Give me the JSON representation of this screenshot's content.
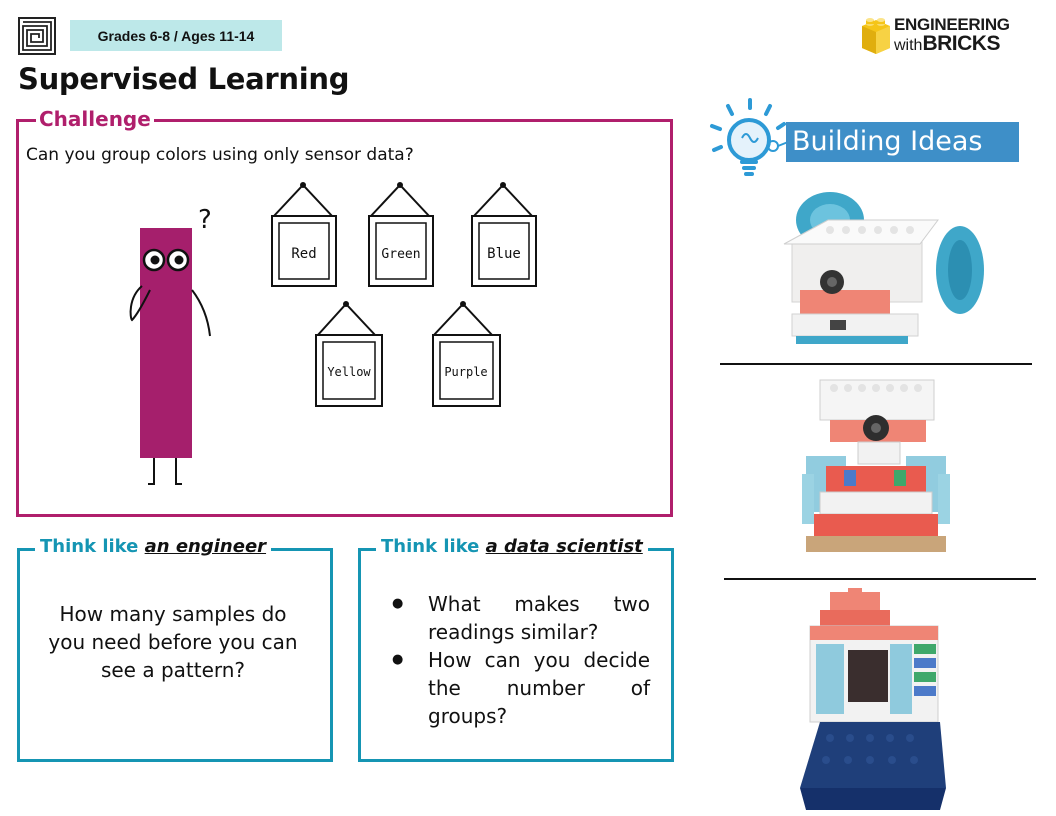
{
  "header": {
    "grade_badge": "Grades 6-8 / Ages 11-14",
    "brand_line1": "ENGINEERING",
    "brand_with": "with",
    "brand_bricks": "BRICKS"
  },
  "page_title": "Supervised Learning",
  "challenge": {
    "label": "Challenge",
    "question": "Can you group colors using only sensor data?",
    "question_mark": "?",
    "frames": [
      "Red",
      "Green",
      "Blue",
      "Yellow",
      "Purple"
    ]
  },
  "think_engineer": {
    "prefix": "Think like ",
    "emphasis": "an engineer",
    "text": "How many samples do you need before you can see a pattern?"
  },
  "think_scientist": {
    "prefix": "Think like ",
    "emphasis": "a data scientist",
    "bullets": [
      "What makes two readings similar?",
      "How can you decide the number of groups?"
    ]
  },
  "building_ideas": {
    "title": "Building Ideas"
  },
  "colors": {
    "challenge_accent": "#b01f6c",
    "think_accent": "#1595b3",
    "ideas_banner": "#3e8fc8",
    "grade_badge_bg": "#bde8e9",
    "bulb_yellow": "#f5c518",
    "bulb_blue": "#2d9ad6"
  },
  "icons": [
    "maze-icon",
    "brick-icon",
    "lightbulb-icon",
    "question-mark-icon"
  ]
}
